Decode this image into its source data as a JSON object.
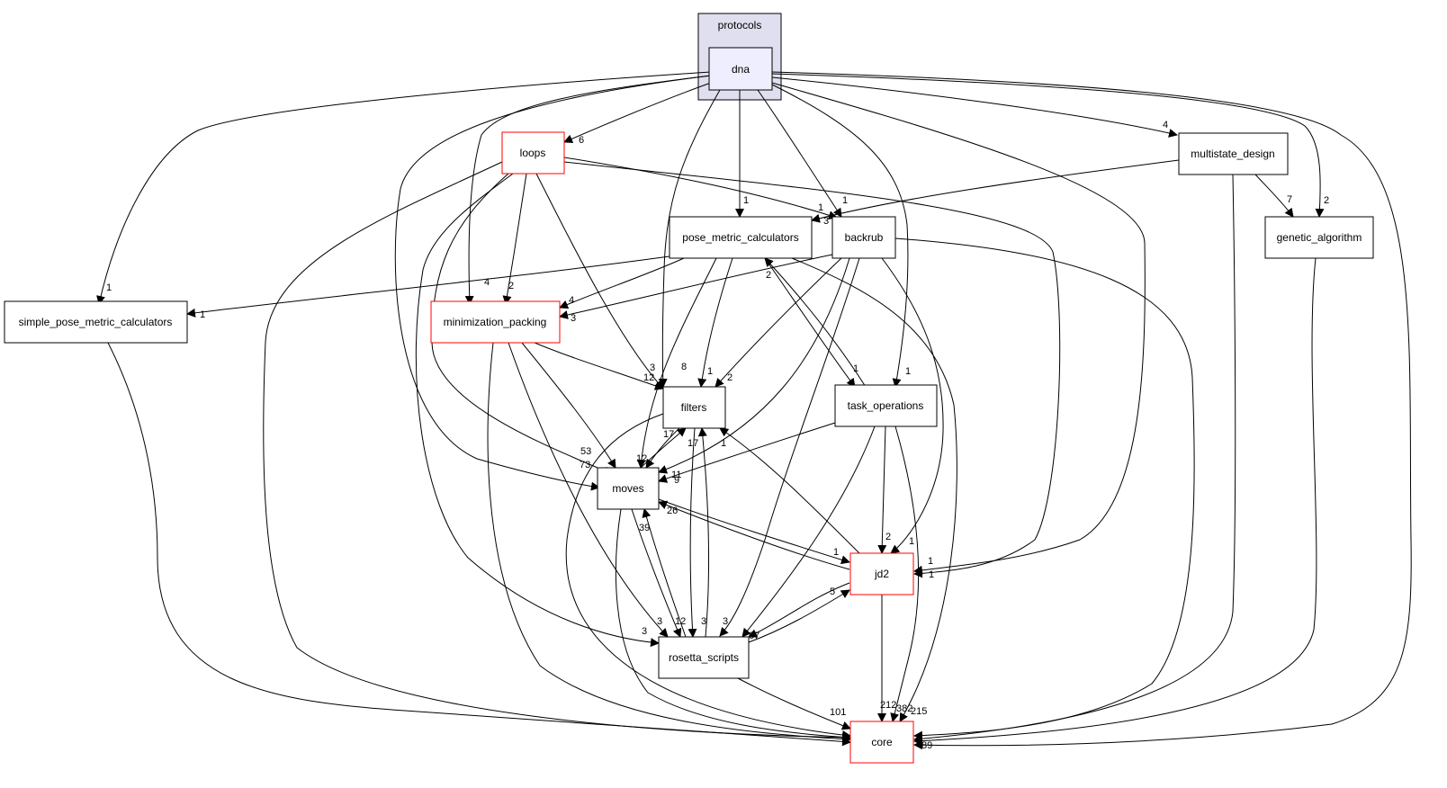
{
  "cluster": {
    "label": "protocols"
  },
  "nodes": {
    "dna": "dna",
    "loops": "loops",
    "multistate_design": "multistate_design",
    "pose_metric_calculators": "pose_metric_calculators",
    "backrub": "backrub",
    "genetic_algorithm": "genetic_algorithm",
    "simple_pose_metric_calculators": "simple_pose_metric_calculators",
    "minimization_packing": "minimization_packing",
    "filters": "filters",
    "task_operations": "task_operations",
    "moves": "moves",
    "jd2": "jd2",
    "rosetta_scripts": "rosetta_scripts",
    "core": "core"
  },
  "edge_labels": {
    "dna_loops": "6",
    "dna_multistate": "4",
    "dna_pmc": "1",
    "dna_backrub": "1",
    "dna_genetic": "2",
    "dna_simple": "1",
    "dna_minpack": "4",
    "dna_filters": "8",
    "dna_taskops": "1",
    "dna_moves": "73",
    "dna_jd2": "1",
    "dna_core": "89",
    "loops_backrub": "1",
    "loops_minpack": "2",
    "loops_filters": "3",
    "loops_jd2": "1",
    "loops_rosetta": "3",
    "multistate_pmc": "3",
    "multistate_genetic": "7",
    "pmc_simple": "1",
    "pmc_minpack": "4",
    "pmc_filters": "1",
    "pmc_taskops": "1",
    "backrub_minpack": "3",
    "backrub_filters": "2",
    "backrub_moves": "1",
    "backrub_jd2": "1",
    "taskops_pmc": "2",
    "taskops_moves": "11",
    "taskops_jd2": "2",
    "taskops_core": "3",
    "minpack_filters": "12",
    "minpack_moves": "53",
    "filters_moves": "12",
    "moves_filters": "17",
    "filters_rosetta": "17",
    "moves_rosetta": "12",
    "rosetta_moves": "39",
    "jd2_moves": "26",
    "moves_jd2": "1",
    "jd2_filters": "9",
    "jd2_rosetta": "67",
    "rosetta_jd2": "5",
    "rosetta_filters": "3",
    "backrub_rosetta": "3",
    "taskops_rosetta": "3",
    "jd2_core": "212",
    "rosetta_core": "101",
    "core_misc_a": "382",
    "core_misc_b": "215",
    "moves_rosetta_b": "3",
    "moves_rosetta_c": "3"
  }
}
